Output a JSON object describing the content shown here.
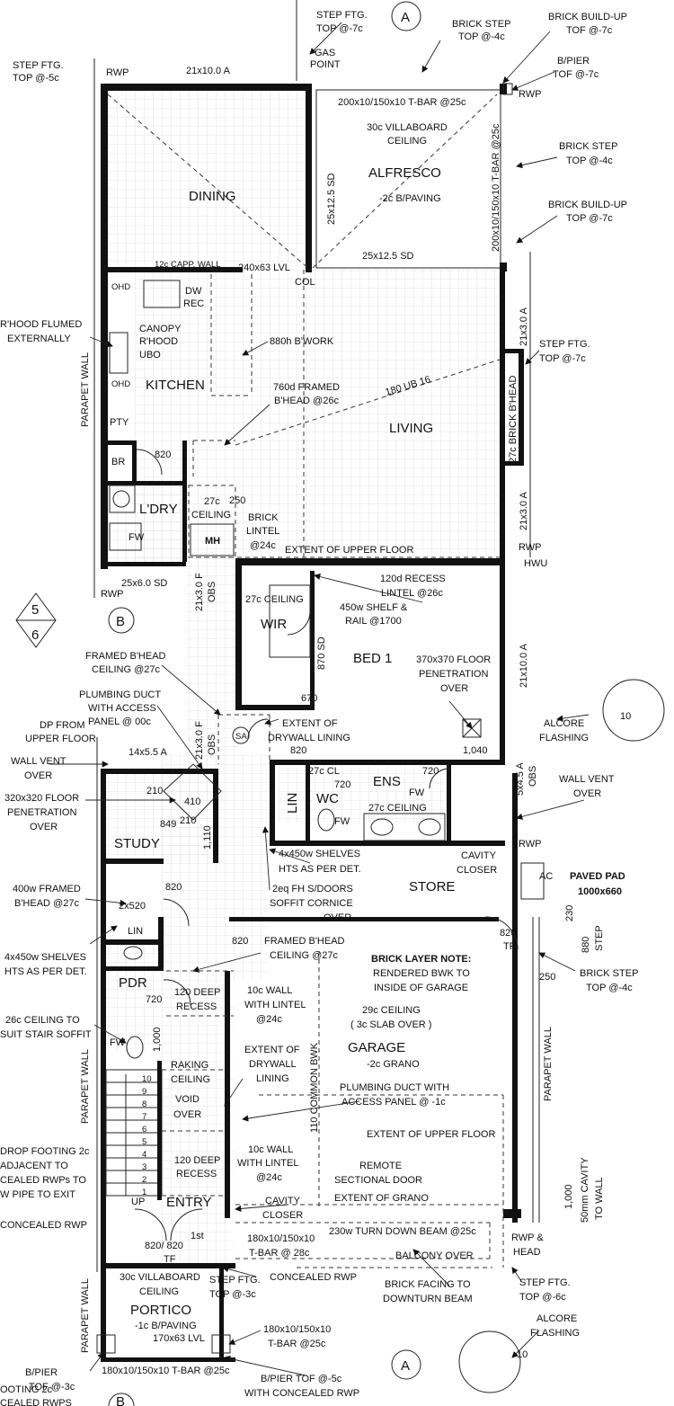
{
  "rooms": {
    "dining": "DINING",
    "alfresco": "ALFRESCO",
    "kitchen": "KITCHEN",
    "living": "LIVING",
    "laundry": "L'DRY",
    "wir": "WIR",
    "bed1": "BED 1",
    "ens": "ENS",
    "wc": "WC",
    "lin1": "LIN",
    "lin2": "LIN",
    "study": "STUDY",
    "store": "STORE",
    "garage": "GARAGE",
    "pdr": "PDR",
    "entry": "ENTRY",
    "portico": "PORTICO",
    "mh": "MH",
    "pty": "PTY",
    "br": "BR",
    "ac": "AC"
  },
  "labels": {
    "step_ftg_5c": "STEP FTG.",
    "step_ftg_5c_b": "TOP @-5c",
    "step_ftg_7c": "STEP FTG.",
    "step_ftg_7c_b": "TOP @-7c",
    "brick_step_4c": "BRICK STEP",
    "brick_step_4c_b": "TOP @-4c",
    "brick_buildup_7c": "BRICK BUILD-UP",
    "brick_buildup_7c_b": "TOF @-7c",
    "bpier_7c": "B/PIER",
    "bpier_7c_b": "TOF @-7c",
    "rwp_1": "RWP",
    "rwp_2": "RWP",
    "rwp_3": "RWP",
    "rwp_4": "RWP",
    "rwp_5": "RWP",
    "rwp_6": "RWP &",
    "rwp_6_b": "HEAD",
    "gas_point": "GAS",
    "gas_point_b": "POINT",
    "beam_21x10": "21x10.0 A",
    "tbar_top": "200x10/150x10 T-BAR @25c",
    "villaboard_1": "30c VILLABOARD",
    "villaboard_1_b": "CEILING",
    "paving_alf": "-2c B/PAVING",
    "sd_25x12_v": "25x12.5 SD",
    "sd_25x12_h": "25x12.5 SD",
    "tbar_vert": "200x10/150x10 T-BAR @25c",
    "brick_step_right": "BRICK STEP",
    "brick_step_right_b": "TOP @-4c",
    "brick_buildup_right": "BRICK BUILD-UP",
    "brick_buildup_right_b": "TOP @-7c",
    "capp_wall": "12c CAPP. WALL",
    "lvl_240": "240x63 LVL",
    "col": "COL",
    "ohd1": "OHD",
    "ohd2": "OHD",
    "dw": "DW",
    "rec": "REC",
    "canopy": "CANOPY",
    "rhood": "R'HOOD",
    "ubo": "UBO",
    "rhood_flumed": "R'HOOD FLUMED",
    "rhood_flumed_b": "EXTERNALLY",
    "bwork_880": "880h B'WORK",
    "framed_760": "760d FRAMED",
    "framed_760_b": "B'HEAD @26c",
    "ub_180": "180 UB 16",
    "a_21x3_1": "21x3.0 A",
    "step_ftg_right": "STEP FTG.",
    "step_ftg_right_b": "TOP @-7c",
    "brick_bhead": "27c BRICK B'HEAD",
    "a_21x3_2": "21x3.0 A",
    "parapet_left": "PARAPET WALL",
    "d820_1": "820",
    "ceiling_27c": "27c",
    "ceiling_27c_b": "CEILING",
    "n250": "250",
    "brick_lintel": "BRICK",
    "brick_lintel_b": "LINTEL",
    "brick_lintel_c": "@24c",
    "fw_1": "FW",
    "extent_upper_1": "EXTENT OF UPPER FLOOR",
    "hwu": "HWU",
    "sd_25x6": "25x6.0 SD",
    "obs_f": "21x3.0 F",
    "obs": "OBS",
    "recess_120": "120d RECESS",
    "lintel_26c": "LINTEL @26c",
    "ceiling_27_wir": "27c CEILING",
    "shelf_450": "450w SHELF &",
    "rail_1700": "RAIL @1700",
    "sd_870": "870 SD",
    "n670": "670",
    "penetration_370": "370x370 FLOOR",
    "penetration_370_b": "PENETRATION",
    "penetration_370_c": "OVER",
    "a_21x10_right": "21x10.0 A",
    "framed_bhead_27c": "FRAMED B'HEAD",
    "framed_bhead_27c_b": "CEILING @27c",
    "plumbing_duct": "PLUMBING DUCT",
    "plumbing_duct_b": "WITH ACCESS",
    "plumbing_duct_c": "PANEL @ 00c",
    "dp_from": "DP FROM",
    "dp_from_b": "UPPER FLOOR",
    "obs_f2": "21x3.0 F",
    "obs2": "OBS",
    "sa": "SA",
    "extent_drywall": "EXTENT OF",
    "extent_drywall_b": "DRYWALL LINING",
    "d820_2": "820",
    "d1040": "1,040",
    "alcore_1": "ALCORE",
    "alcore_1_b": "FLASHING",
    "n10_1": "10",
    "wall_vent_left": "WALL VENT",
    "wall_vent_left_b": "OVER",
    "a_14x5": "14x5.5 A",
    "penetration_320": "320x320 FLOOR",
    "penetration_320_b": "PENETRATION",
    "penetration_320_c": "OVER",
    "cl_27c": "27c CL",
    "d720_1": "720",
    "d720_2": "720",
    "fw_ens": "FW",
    "fw_wc": "FW",
    "ceiling_27_ens": "27c CEILING",
    "a_5x4": "5x4.5 A",
    "obs3": "OBS",
    "wall_vent_right": "WALL VENT",
    "wall_vent_right_b": "OVER",
    "d849": "849",
    "d1110": "1,110",
    "d210a": "210",
    "d210b": "210",
    "d410": "410",
    "shelves_4x450": "4x450w SHELVES",
    "hts_per_det": "HTS AS PER DET.",
    "cavity_closer_1": "CAVITY",
    "cavity_closer_1_b": "CLOSER",
    "paved_pad": "PAVED PAD",
    "paved_pad_b": "1000x660",
    "framed_400": "400w FRAMED",
    "framed_400_b": "B'HEAD @27c",
    "d2x520": "2x520",
    "d820_3": "820",
    "fh_sdoors": "2eq FH S/DOORS",
    "soffit_cornice": "SOFFIT CORNICE",
    "soffit_over": "OVER",
    "d230": "230",
    "d880": "880",
    "step": "STEP",
    "d820_4": "820",
    "tf": "TF",
    "shelves_left": "4x450w SHELVES",
    "shelves_left_b": "HTS AS PER DET.",
    "d820_5": "820",
    "framed_bhead_2": "FRAMED B'HEAD",
    "framed_bhead_2_b": "CEILING @27c",
    "brick_note": "BRICK LAYER NOTE:",
    "brick_note_b": "RENDERED BWK TO",
    "brick_note_c": "INSIDE OF GARAGE",
    "d250": "250",
    "brick_step_bottom": "BRICK STEP",
    "brick_step_bottom_b": "TOP @-4c",
    "recess_deep_1": "120 DEEP",
    "recess_deep_1_b": "RECESS",
    "d720_3": "720",
    "wall_lintel_1": "10c WALL",
    "wall_lintel_1_b": "WITH LINTEL",
    "wall_lintel_1_c": "@24c",
    "ceiling_26c": "26c CEILING TO",
    "ceiling_26c_b": "SUIT STAIR SOFFIT",
    "garage_ceiling": "29c CEILING",
    "garage_ceiling_b": "( 3c SLAB OVER )",
    "garage_grano": "-2c GRANO",
    "fw_pdr": "FW",
    "d1000": "1,000",
    "raking": "RAKING",
    "raking_b": "CEILING",
    "extent_drywall_2": "EXTENT OF",
    "extent_drywall_2_b": "DRYWALL",
    "extent_drywall_2_c": "LINING",
    "common_bwk": "110 COMMON BWK",
    "plumbing_duct_2": "PLUMBING DUCT WITH",
    "plumbing_duct_2_b": "ACCESS PANEL @ -1c",
    "parapet_right": "PARAPET WALL",
    "parapet_left_2": "PARAPET WALL",
    "void": "VOID",
    "void_b": "OVER",
    "extent_upper_2": "EXTENT OF UPPER FLOOR",
    "recess_deep_2": "120 DEEP",
    "recess_deep_2_b": "RECESS",
    "wall_lintel_2": "10c WALL",
    "wall_lintel_2_b": "WITH LINTEL",
    "wall_lintel_2_c": "@24c",
    "remote_door": "REMOTE",
    "remote_door_b": "SECTIONAL DOOR",
    "drop_footing": "DROP FOOTING 2c",
    "drop_footing_b": "ADJACENT TO",
    "drop_footing_c": "CEALED RWPs TO",
    "drop_footing_d": "W PIPE TO EXIT",
    "extent_grano": "EXTENT OF GRANO",
    "d1000b": "1,000",
    "cavity_50": "50mm CAVITY",
    "cavity_50_b": "TO WALL",
    "cavity_closer_2": "CAVITY",
    "cavity_closer_2_b": "CLOSER",
    "concealed_rwp": "CONCEALED RWP",
    "tbar_28c": "180x10/150x10",
    "tbar_28c_b": "T-BAR @ 28c",
    "turn_down_beam": "230w TURN DOWN BEAM @25c",
    "up": "UP",
    "d820_820": "820/ 820",
    "first": "1st",
    "tf2": "TF",
    "balcony_over": "BALCONY OVER",
    "villaboard_2": "30c VILLABOARD",
    "villaboard_2_b": "CEILING",
    "step_ftg_3c": "STEP FTG.",
    "step_ftg_3c_b": "TOP @-3c",
    "concealed_rwp_2": "CONCEALED RWP",
    "brick_facing": "BRICK FACING TO",
    "brick_facing_b": "DOWNTURN BEAM",
    "step_ftg_6c": "STEP FTG.",
    "step_ftg_6c_b": "TOP @-6c",
    "paving_portico": "-1c B/PAVING",
    "lvl_170": "170x63 LVL",
    "tbar_25c": "180x10/150x10",
    "tbar_25c_b": "T-BAR @25c",
    "alcore_2": "ALCORE",
    "alcore_2_b": "FLASHING",
    "n10_2": "10",
    "bpier_3c": "B/PIER",
    "bpier_3c_b": "TOF @-3c",
    "tbar_bottom": "180x10/150x10 T-BAR @25c",
    "bpier_5c": "B/PIER TOF @-5c",
    "bpier_5c_b": "WITH CONCEALED RWP",
    "footing_cut": "OOTING 2c",
    "footing_cut_b": "CEALED RWPS",
    "section_a": "A",
    "section_a2": "A",
    "section_b": "B",
    "section_b2": "B",
    "sheet_top": "5",
    "sheet_bottom": "6",
    "stair_steps": [
      "10",
      "9",
      "8",
      "7",
      "6",
      "5",
      "4",
      "3",
      "2",
      "1"
    ]
  }
}
